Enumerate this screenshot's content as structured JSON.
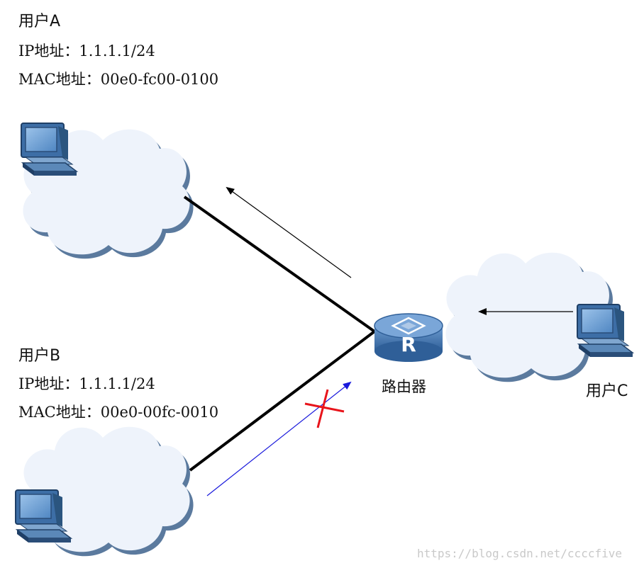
{
  "user_a": {
    "name": "用户A",
    "ip": "IP地址：1.1.1.1/24",
    "mac": "MAC地址：00e0-fc00-0100"
  },
  "user_b": {
    "name": "用户B",
    "ip": "IP地址：1.1.1.1/24",
    "mac": "MAC地址：00e0-00fc-0010"
  },
  "user_c": {
    "name": "用户C"
  },
  "router": {
    "label": "路由器",
    "glyph": "R"
  },
  "watermark": "https://blog.csdn.net/ccccfive",
  "colors": {
    "cloud_fill": "#eef3fb",
    "cloud_shadow": "#5b7a9e",
    "link": "#000000",
    "arrow_black": "#000000",
    "arrow_blue": "#1a1adc",
    "blocked_mark": "#e8141b",
    "router_body": "#4a7ab0"
  },
  "icons": [
    "pc-icon",
    "router-icon",
    "cloud-icon",
    "arrow",
    "cross-mark"
  ]
}
